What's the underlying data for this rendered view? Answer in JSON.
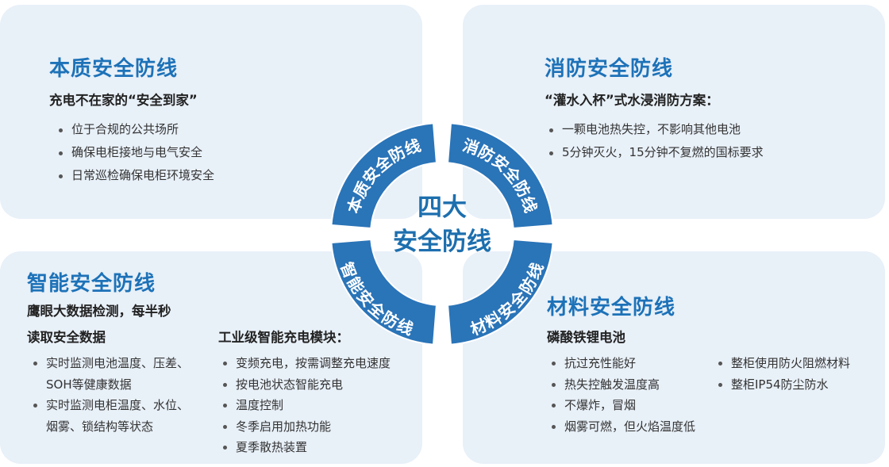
{
  "colors": {
    "accent": "#1d72b8",
    "panel_bg": "#e8f0f8",
    "ring": "#2a74b8"
  },
  "center": {
    "line1": "四大",
    "line2": "安全防线"
  },
  "ring_segments": [
    "本质安全防线",
    "消防安全防线",
    "材料安全防线",
    "智能安全防线"
  ],
  "panels": {
    "top_left": {
      "title": "本质安全防线",
      "subtitle": "充电不在家的“安全到家”",
      "items": [
        "位于合规的公共场所",
        "确保电柜接地与电气安全",
        "日常巡检确保电柜环境安全"
      ]
    },
    "top_right": {
      "title": "消防安全防线",
      "subtitle": "“灌水入杯”式水浸消防方案：",
      "items": [
        "一颗电池热失控，不影响其他电池",
        "5分钟灭火，15分钟不复燃的国标要求"
      ]
    },
    "bottom_left": {
      "title": "智能安全防线",
      "subtitle_line1": "鹰眼大数据检测，每半秒",
      "subtitle_line2": "读取安全数据",
      "items": [
        "实时监测电池温度、压差、SOH等健康数据",
        "实时监测电柜温度、水位、烟雾、锁结构等状态"
      ],
      "subtitle2": "工业级智能充电模块：",
      "items2": [
        "变频充电，按需调整充电速度",
        "按电池状态智能充电",
        "温度控制",
        "冬季启用加热功能",
        "夏季散热装置"
      ]
    },
    "bottom_right": {
      "title": "材料安全防线",
      "subtitle": "磷酸铁锂电池",
      "items_col1": [
        "抗过充性能好",
        "热失控触发温度高",
        "不爆炸，冒烟",
        "烟雾可燃，但火焰温度低"
      ],
      "items_col2": [
        "整柜使用防火阻燃材料",
        "整柜IP54防尘防水"
      ]
    }
  }
}
